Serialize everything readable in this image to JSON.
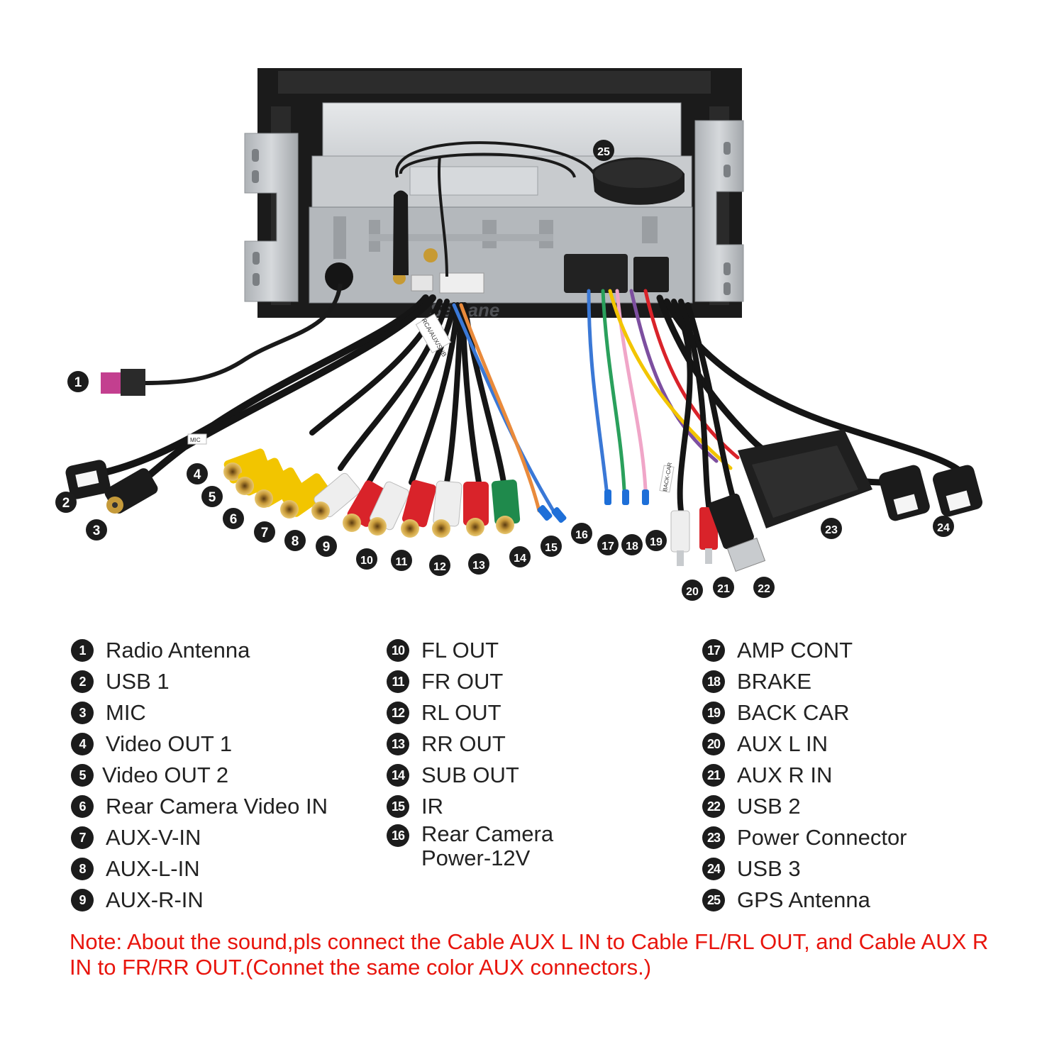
{
  "watermark": "Seicane",
  "device_labels": {
    "harness_tag": "RCA/AUX/SUB",
    "mic_tag": "MIC",
    "backcar_tag": "BACK-CAR"
  },
  "legend": {
    "col1": [
      {
        "num": "1",
        "label": "Radio Antenna"
      },
      {
        "num": "2",
        "label": "USB 1"
      },
      {
        "num": "3",
        "label": "MIC"
      },
      {
        "num": "4",
        "label": "Video OUT 1"
      },
      {
        "num": "5",
        "label": "Video OUT 2"
      },
      {
        "num": "6",
        "label": "Rear Camera Video IN"
      },
      {
        "num": "7",
        "label": "AUX-V-IN"
      },
      {
        "num": "8",
        "label": "AUX-L-IN"
      },
      {
        "num": "9",
        "label": "AUX-R-IN"
      }
    ],
    "col2": [
      {
        "num": "10",
        "label": "FL OUT"
      },
      {
        "num": "11",
        "label": "FR OUT"
      },
      {
        "num": "12",
        "label": "RL OUT"
      },
      {
        "num": "13",
        "label": "RR OUT"
      },
      {
        "num": "14",
        "label": "SUB OUT"
      },
      {
        "num": "15",
        "label": "IR"
      },
      {
        "num": "16",
        "label": "Rear Camera",
        "label2": "Power-12V"
      }
    ],
    "col3": [
      {
        "num": "17",
        "label": "AMP CONT"
      },
      {
        "num": "18",
        "label": "BRAKE"
      },
      {
        "num": "19",
        "label": "BACK CAR"
      },
      {
        "num": "20",
        "label": "AUX L IN"
      },
      {
        "num": "21",
        "label": "AUX R IN"
      },
      {
        "num": "22",
        "label": "USB 2"
      },
      {
        "num": "23",
        "label": "Power Connector"
      },
      {
        "num": "24",
        "label": "USB 3"
      },
      {
        "num": "25",
        "label": "GPS Antenna"
      }
    ]
  },
  "note": "Note: About the sound,pls connect the Cable AUX L IN to Cable FL/RL OUT, and Cable AUX R IN to  FR/RR OUT.(Connet the same color AUX connectors.)",
  "colors": {
    "note": "#e8150d",
    "badge": "#1c1c1c",
    "yellow_rca": "#f2c500",
    "white_rca": "#eeeeee",
    "red_rca": "#d9232a",
    "green_rca": "#1f8a4c",
    "blue_wire": "#3a78d6",
    "orange_wire": "#e98a3b",
    "pink_wire": "#f0a6c8",
    "green_wire": "#2aa05c"
  }
}
